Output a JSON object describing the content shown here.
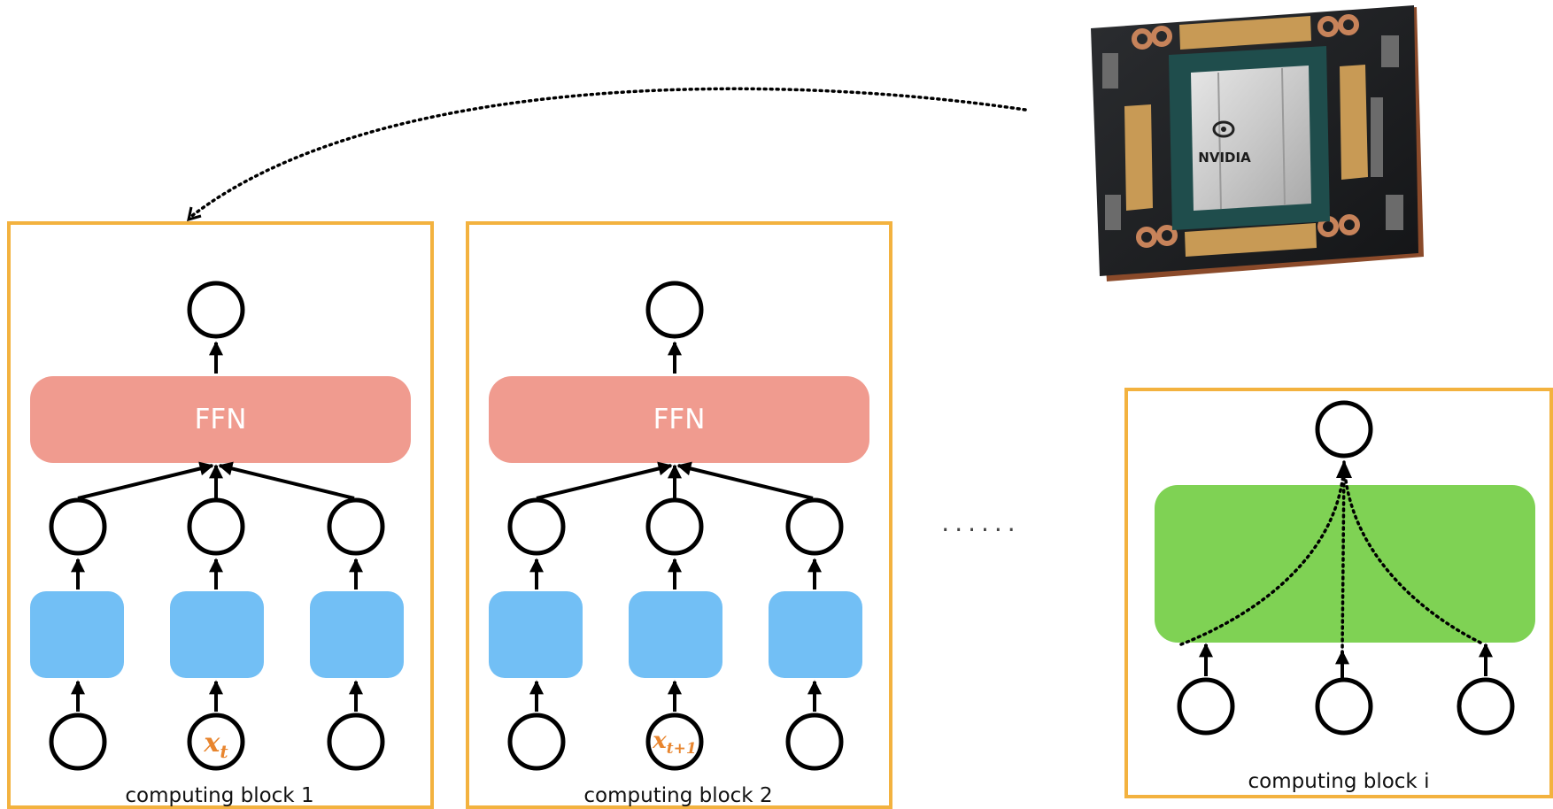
{
  "blocks": [
    {
      "label": "computing block 1",
      "ffn_label": "FFN",
      "token_base": "x",
      "token_sub": "t"
    },
    {
      "label": "computing block 2",
      "ffn_label": "FFN",
      "token_base": "x",
      "token_sub": "t+1"
    },
    {
      "label": "computing block i"
    }
  ],
  "gpu": {
    "brand": "NVIDIA"
  },
  "ellipsis": "......",
  "colors": {
    "block_border": "#f3b23f",
    "ffn": "#f09b8f",
    "attention": "#72bff5",
    "merge": "#7fd254",
    "token": "#e8852e"
  }
}
